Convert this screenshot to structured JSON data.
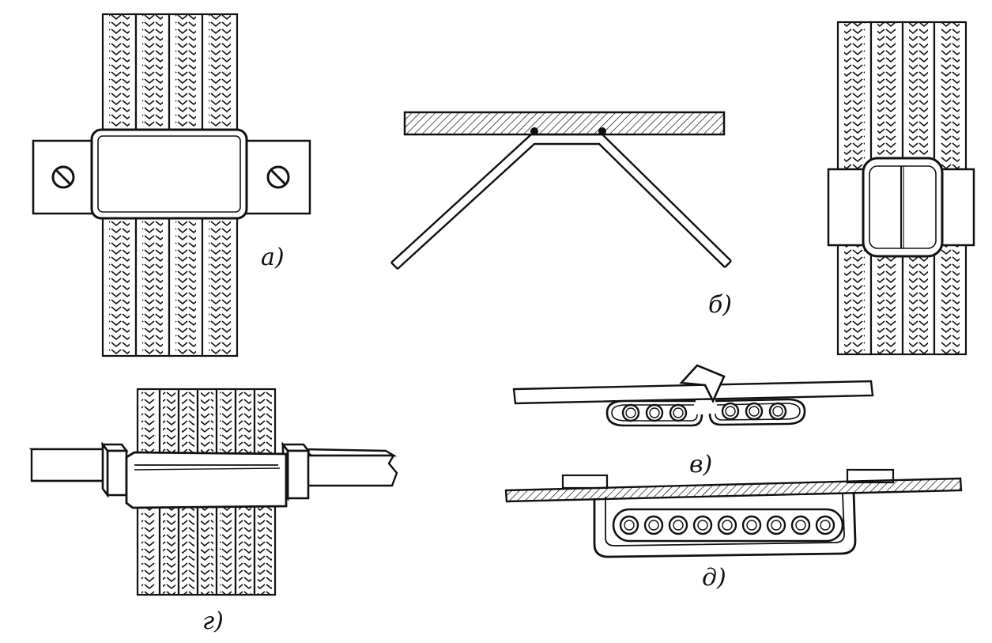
{
  "figure": {
    "panels": [
      {
        "id": "a",
        "label": "а)"
      },
      {
        "id": "b",
        "label": "б)"
      },
      {
        "id": "v",
        "label": "в)"
      },
      {
        "id": "g",
        "label": "г)"
      },
      {
        "id": "d",
        "label": "д)"
      }
    ],
    "ink_color": "#111111",
    "paper_color": "#ffffff"
  }
}
